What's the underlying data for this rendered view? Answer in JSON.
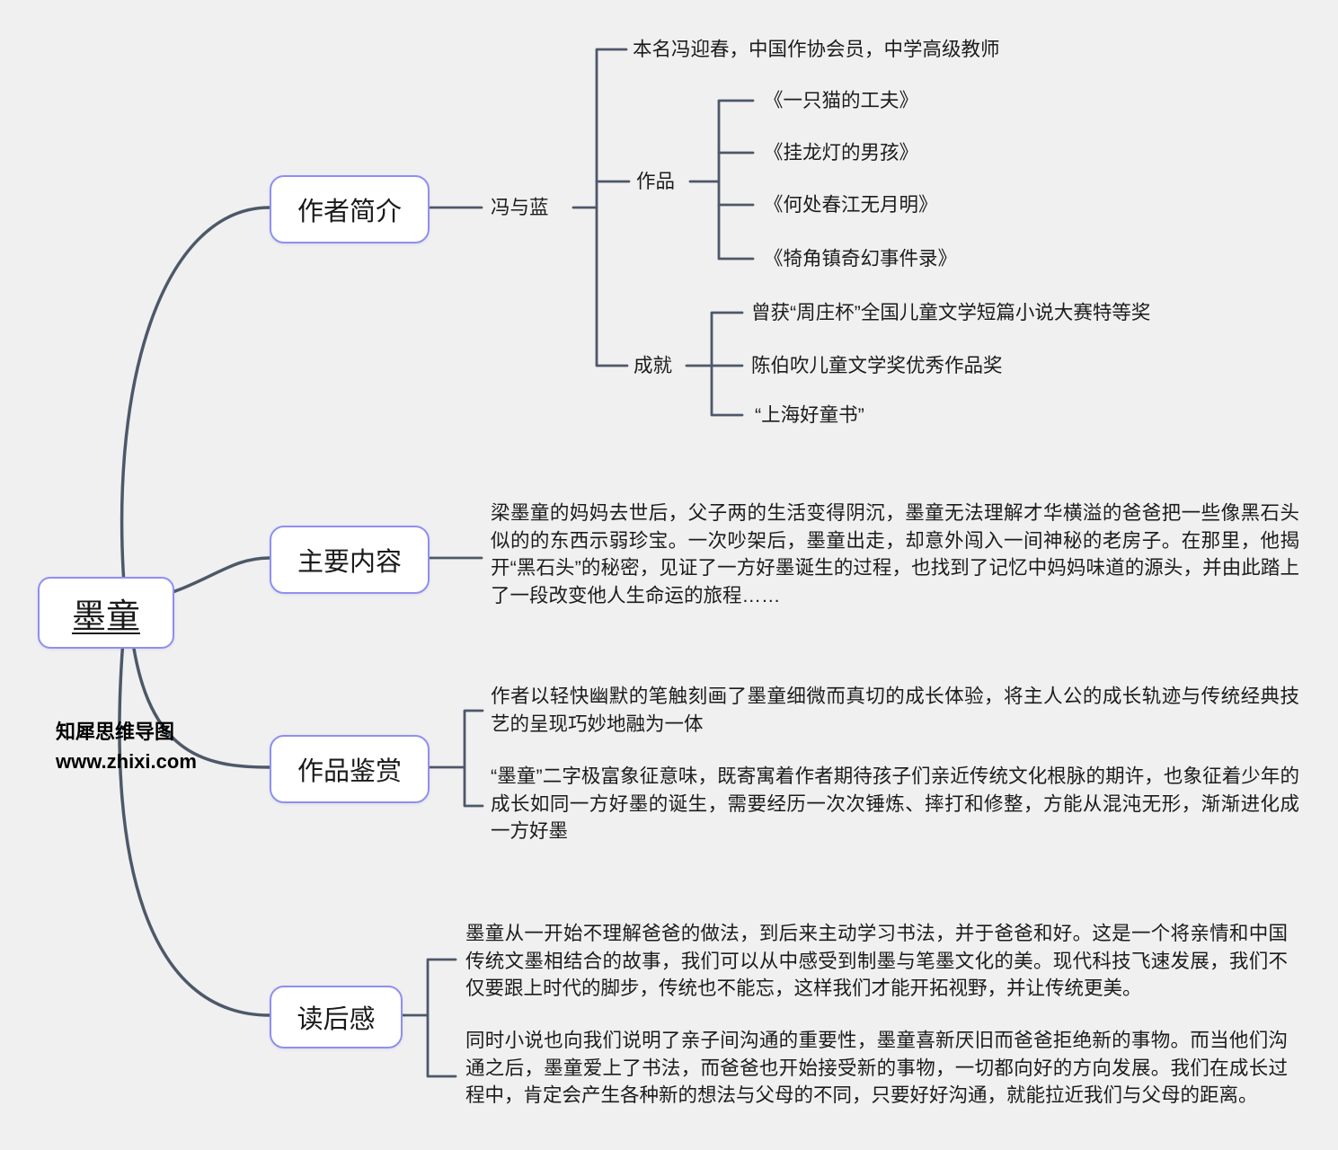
{
  "watermark": {
    "line1": "知犀思维导图",
    "line2": "www.zhixi.com"
  },
  "root": {
    "label": "墨童"
  },
  "branches": {
    "author": {
      "label": "作者简介",
      "name": "冯与蓝",
      "bio": "本名冯迎春，中国作协会员，中学高级教师",
      "works": {
        "label": "作品",
        "items": [
          "《一只猫的工夫》",
          "《挂龙灯的男孩》",
          "《何处春江无月明》",
          "《犄角镇奇幻事件录》"
        ]
      },
      "achievements": {
        "label": "成就",
        "items": [
          "曾获“周庄杯”全国儿童文学短篇小说大赛特等奖",
          "陈伯吹儿童文学奖优秀作品奖",
          "“上海好童书”"
        ]
      }
    },
    "summary": {
      "label": "主要内容",
      "text": "梁墨童的妈妈去世后，父子两的生活变得阴沉，墨童无法理解才华横溢的爸爸把一些像黑石头似的的东西示弱珍宝。一次吵架后，墨童出走，却意外闯入一间神秘的老房子。在那里，他揭开“黑石头”的秘密，见证了一方好墨诞生的过程，也找到了记忆中妈妈味道的源头，并由此踏上了一段改变他人生命运的旅程……"
    },
    "appreciation": {
      "label": "作品鉴赏",
      "p1": "作者以轻快幽默的笔触刻画了墨童细微而真切的成长体验，将主人公的成长轨迹与传统经典技艺的呈现巧妙地融为一体",
      "p2": "“墨童”二字极富象征意味，既寄寓着作者期待孩子们亲近传统文化根脉的期许，也象征着少年的成长如同一方好墨的诞生，需要经历一次次锤炼、摔打和修整，方能从混沌无形，渐渐进化成一方好墨"
    },
    "reflection": {
      "label": "读后感",
      "p1": "墨童从一开始不理解爸爸的做法，到后来主动学习书法，并于爸爸和好。这是一个将亲情和中国传统文墨相结合的故事，我们可以从中感受到制墨与笔墨文化的美。现代科技飞速发展，我们不仅要跟上时代的脚步，传统也不能忘，这样我们才能开拓视野，并让传统更美。",
      "p2": "同时小说也向我们说明了亲子间沟通的重要性，墨童喜新厌旧而爸爸拒绝新的事物。而当他们沟通之后，墨童爱上了书法，而爸爸也开始接受新的事物，一切都向好的方向发展。我们在成长过程中，肯定会产生各种新的想法与父母的不同，只要好好沟通，就能拉近我们与父母的距离。"
    }
  },
  "colors": {
    "background": "#f0f0f1",
    "node_border": "#8f8ff0",
    "connector": "#4d5868",
    "text": "#1c1c1c"
  }
}
